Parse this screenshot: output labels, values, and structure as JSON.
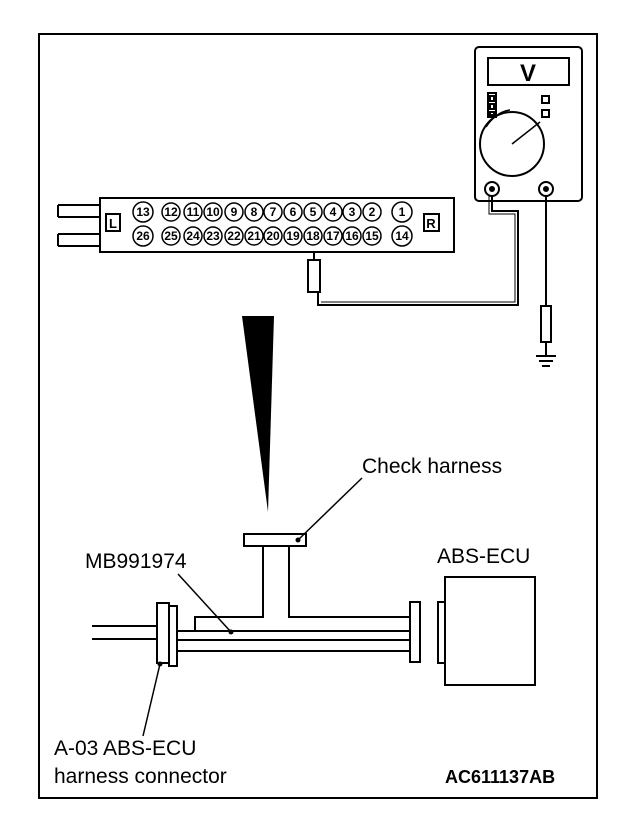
{
  "meter": {
    "unit_label": "V"
  },
  "connector": {
    "left_marker": "L",
    "right_marker": "R",
    "top_row": [
      "13",
      "12",
      "11",
      "10",
      "9",
      "8",
      "7",
      "6",
      "5",
      "4",
      "3",
      "2",
      "1"
    ],
    "bottom_row": [
      "26",
      "25",
      "24",
      "23",
      "22",
      "21",
      "20",
      "19",
      "18",
      "17",
      "16",
      "15",
      "14"
    ],
    "probed_pin": "18"
  },
  "labels": {
    "check_harness": "Check harness",
    "abs_ecu": "ABS-ECU",
    "adapter": "MB991974",
    "harness_connector_line1": "A-03 ABS-ECU",
    "harness_connector_line2": "harness connector",
    "figure_code": "AC611137AB"
  }
}
